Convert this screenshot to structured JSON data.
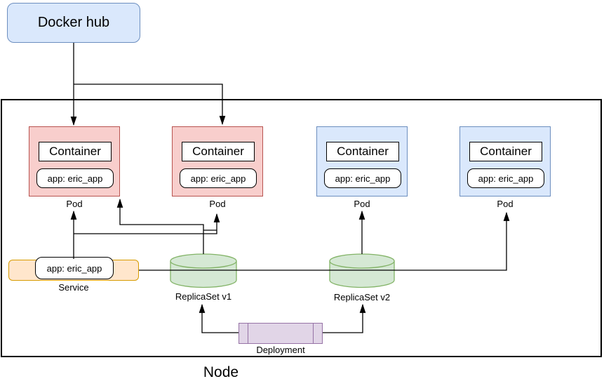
{
  "docker_hub": {
    "label": "Docker hub"
  },
  "node": {
    "label": "Node"
  },
  "pods": [
    {
      "label": "Pod",
      "container": "Container",
      "app": "app: eric_app",
      "variant": "red"
    },
    {
      "label": "Pod",
      "container": "Container",
      "app": "app: eric_app",
      "variant": "red"
    },
    {
      "label": "Pod",
      "container": "Container",
      "app": "app: eric_app",
      "variant": "blue"
    },
    {
      "label": "Pod",
      "container": "Container",
      "app": "app: eric_app",
      "variant": "blue"
    }
  ],
  "service": {
    "label": "Service",
    "app": "app: eric_app"
  },
  "replicasets": [
    {
      "label": "ReplicaSet v1"
    },
    {
      "label": "ReplicaSet v2"
    }
  ],
  "deployment": {
    "label": "Deployment"
  },
  "colors": {
    "docker_fill": "#dae8fc",
    "docker_stroke": "#6c8ebf",
    "pod_red_fill": "#f8cecc",
    "pod_red_stroke": "#b85450",
    "pod_blue_fill": "#dae8fc",
    "pod_blue_stroke": "#6c8ebf",
    "service_fill": "#ffe6cc",
    "service_stroke": "#d79b00",
    "replicaset_fill": "#d5e8d4",
    "replicaset_stroke": "#82b366",
    "deployment_fill": "#e1d5e7",
    "deployment_stroke": "#9673a6",
    "connector": "#000000"
  }
}
